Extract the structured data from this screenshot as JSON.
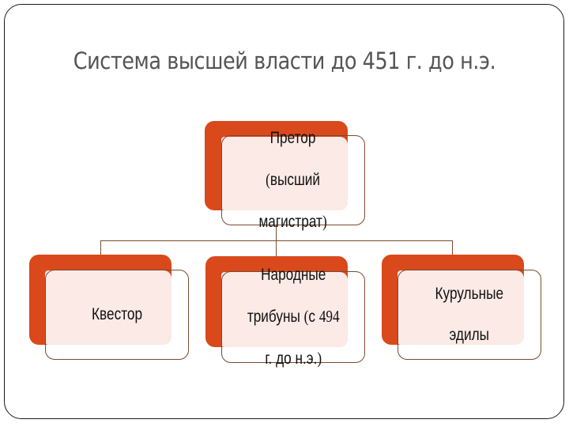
{
  "slide": {
    "title": "Система высшей власти до 451 г. до н.э."
  },
  "colors": {
    "accent_orange": "#D9491C",
    "card_fill": "#FBEAE5",
    "card_border": "#7A4A30",
    "title_text": "#555555",
    "body_text": "#111111"
  },
  "org_chart": {
    "root": {
      "label_line1": "Претор",
      "label_line2_open": "(",
      "label_line2": "высший",
      "label_line3": "магистрат",
      "label_line3_close": ")"
    },
    "children": [
      {
        "label_line1": "Квестор"
      },
      {
        "label_line1": "Народные",
        "label_line2": "трибуны ",
        "label_line2_open": "(",
        "label_line2_c": "с ",
        "label_line2_year": "494",
        "label_line3": "г. до н.э.",
        "label_line3_close": ")"
      },
      {
        "label_line1": "Курульные",
        "label_line2": "эдилы"
      }
    ]
  }
}
